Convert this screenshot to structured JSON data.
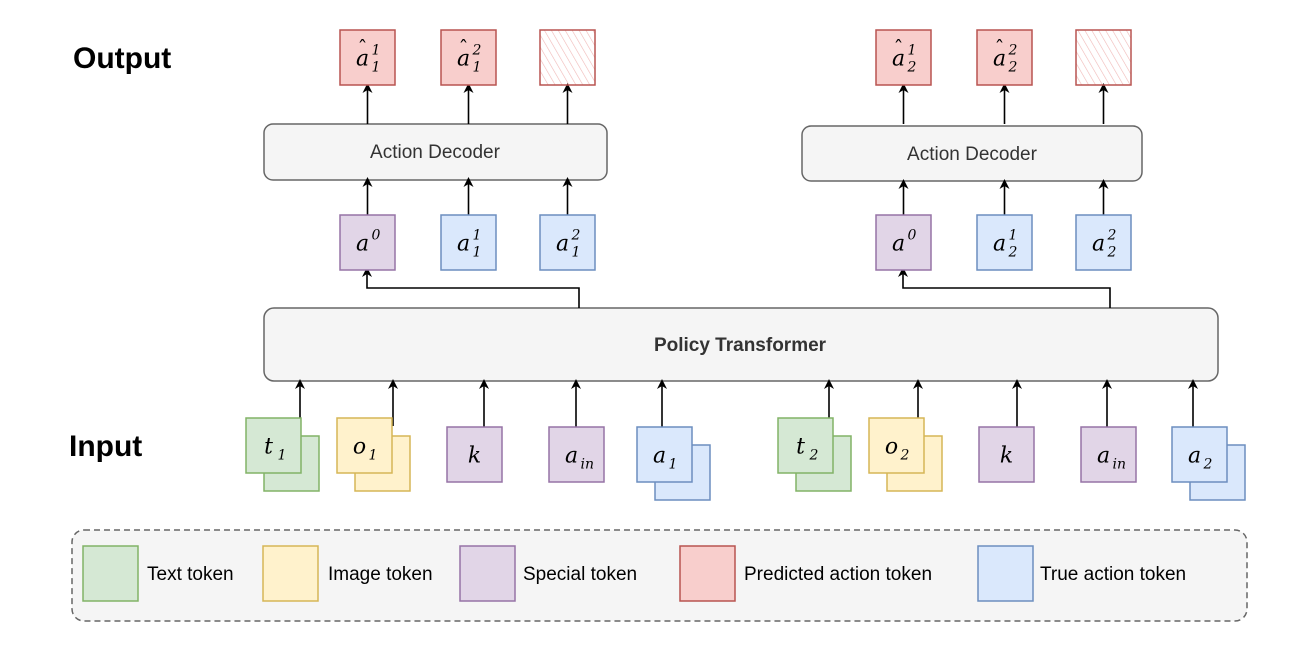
{
  "labels": {
    "output": "Output",
    "input": "Input",
    "policy_transformer": "Policy Transformer",
    "action_decoder_left": "Action Decoder",
    "action_decoder_right": "Action Decoder"
  },
  "tokens": {
    "output_left": [
      {
        "base": "a",
        "sub": "1",
        "sup": "1",
        "hat": true
      },
      {
        "base": "a",
        "sub": "1",
        "sup": "2",
        "hat": true
      },
      {
        "base": "",
        "sub": "",
        "sup": "",
        "hat": false
      }
    ],
    "output_right": [
      {
        "base": "a",
        "sub": "2",
        "sup": "1",
        "hat": true
      },
      {
        "base": "a",
        "sub": "2",
        "sup": "2",
        "hat": true
      },
      {
        "base": "",
        "sub": "",
        "sup": "",
        "hat": false
      }
    ],
    "decoder_in_left": [
      {
        "base": "a",
        "sub": "",
        "sup": "0"
      },
      {
        "base": "a",
        "sub": "1",
        "sup": "1"
      },
      {
        "base": "a",
        "sub": "1",
        "sup": "2"
      }
    ],
    "decoder_in_right": [
      {
        "base": "a",
        "sub": "",
        "sup": "0"
      },
      {
        "base": "a",
        "sub": "2",
        "sup": "1"
      },
      {
        "base": "a",
        "sub": "2",
        "sup": "2"
      }
    ],
    "inputs_left": [
      {
        "base": "t",
        "sub": "1",
        "sup": ""
      },
      {
        "base": "o",
        "sub": "1",
        "sup": ""
      },
      {
        "base": "k",
        "sub": "",
        "sup": ""
      },
      {
        "base": "a",
        "sub": "in",
        "sup": ""
      },
      {
        "base": "a",
        "sub": "1",
        "sup": ""
      }
    ],
    "inputs_right": [
      {
        "base": "t",
        "sub": "2",
        "sup": ""
      },
      {
        "base": "o",
        "sub": "2",
        "sup": ""
      },
      {
        "base": "k",
        "sub": "",
        "sup": ""
      },
      {
        "base": "a",
        "sub": "in",
        "sup": ""
      },
      {
        "base": "a",
        "sub": "2",
        "sup": ""
      }
    ]
  },
  "legend": [
    {
      "label": "Text token",
      "fill": "#d5e8d4",
      "stroke": "#82b366"
    },
    {
      "label": "Image token",
      "fill": "#fff2cc",
      "stroke": "#d6b656"
    },
    {
      "label": "Special token",
      "fill": "#e1d5e7",
      "stroke": "#9673a6"
    },
    {
      "label": "Predicted action token",
      "fill": "#f8cecc",
      "stroke": "#b85450"
    },
    {
      "label": "True action token",
      "fill": "#dae8fc",
      "stroke": "#6c8ebf"
    }
  ],
  "colors": {
    "text": {
      "fill": "#d5e8d4",
      "stroke": "#82b366"
    },
    "image": {
      "fill": "#fff2cc",
      "stroke": "#d6b656"
    },
    "special": {
      "fill": "#e1d5e7",
      "stroke": "#9673a6"
    },
    "predicted": {
      "fill": "#f8cecc",
      "stroke": "#b85450"
    },
    "true": {
      "fill": "#dae8fc",
      "stroke": "#6c8ebf"
    },
    "block": {
      "fill": "#f5f5f5",
      "stroke": "#666666"
    }
  }
}
